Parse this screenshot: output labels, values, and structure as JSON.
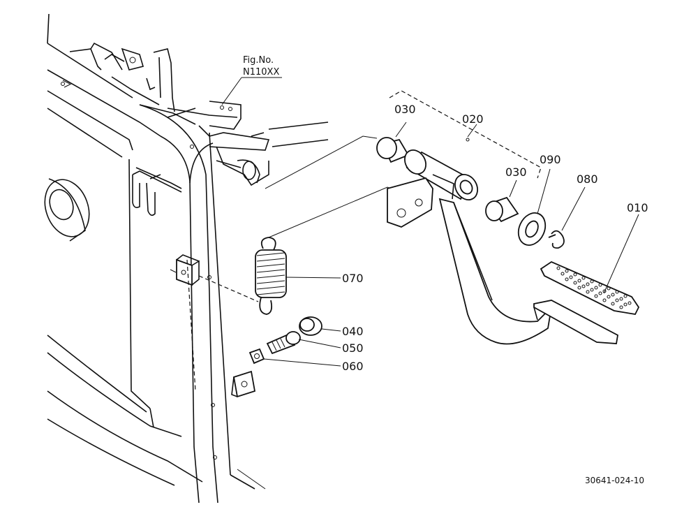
{
  "figure_ref": {
    "label": "Fig.No.",
    "code": "N110XX"
  },
  "callouts": {
    "c010": "010",
    "c020": "020",
    "c030a": "030",
    "c030b": "030",
    "c040": "040",
    "c050": "050",
    "c060": "060",
    "c070": "070",
    "c080": "080",
    "c090": "090"
  },
  "drawing_id": "30641-024-10"
}
